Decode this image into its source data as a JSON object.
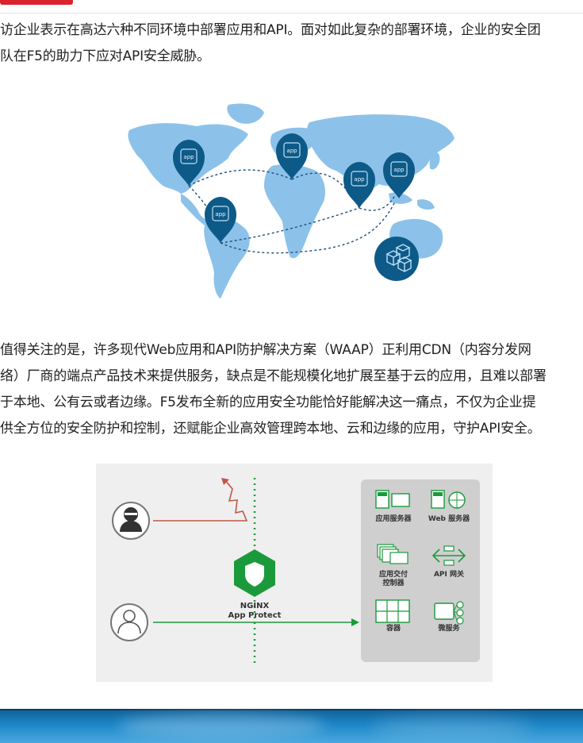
{
  "paragraph1": [
    "访企业表示在高达六种不同环境中部署应用和API。面对如此复杂的部署环境，企业的安全团",
    "队在F5的助力下应对API安全威胁。"
  ],
  "map_figure": {
    "pin_label": "app",
    "pin_color": "#0d5a88",
    "land_color": "#8cc2ea"
  },
  "paragraph2": [
    "值得关注的是，许多现代Web应用和API防护解决方案（WAAP）正利用CDN（内容分发网",
    "络）厂商的端点产品技术来提供服务，缺点是不能规模化地扩展至基于云的应用，且难以部署",
    "于本地、公有云或者边缘。F5发布全新的应用安全功能恰好能解决这一痛点，不仅为企业提",
    "供全方位的安全防护和控制，还赋能企业高效管理跨本地、云和边缘的应用，守护API安全。"
  ],
  "diagram": {
    "nginx_line1": "NGINX",
    "nginx_line2": "App Protect",
    "accent": "#1b9a3b",
    "threat_color": "#c0574b",
    "targets": [
      {
        "label": "应用服务器"
      },
      {
        "label": "Web 服务器"
      },
      {
        "label": "应用交付\n控制器"
      },
      {
        "label": "API 网关"
      },
      {
        "label": "容器"
      },
      {
        "label": "微服务"
      }
    ]
  }
}
